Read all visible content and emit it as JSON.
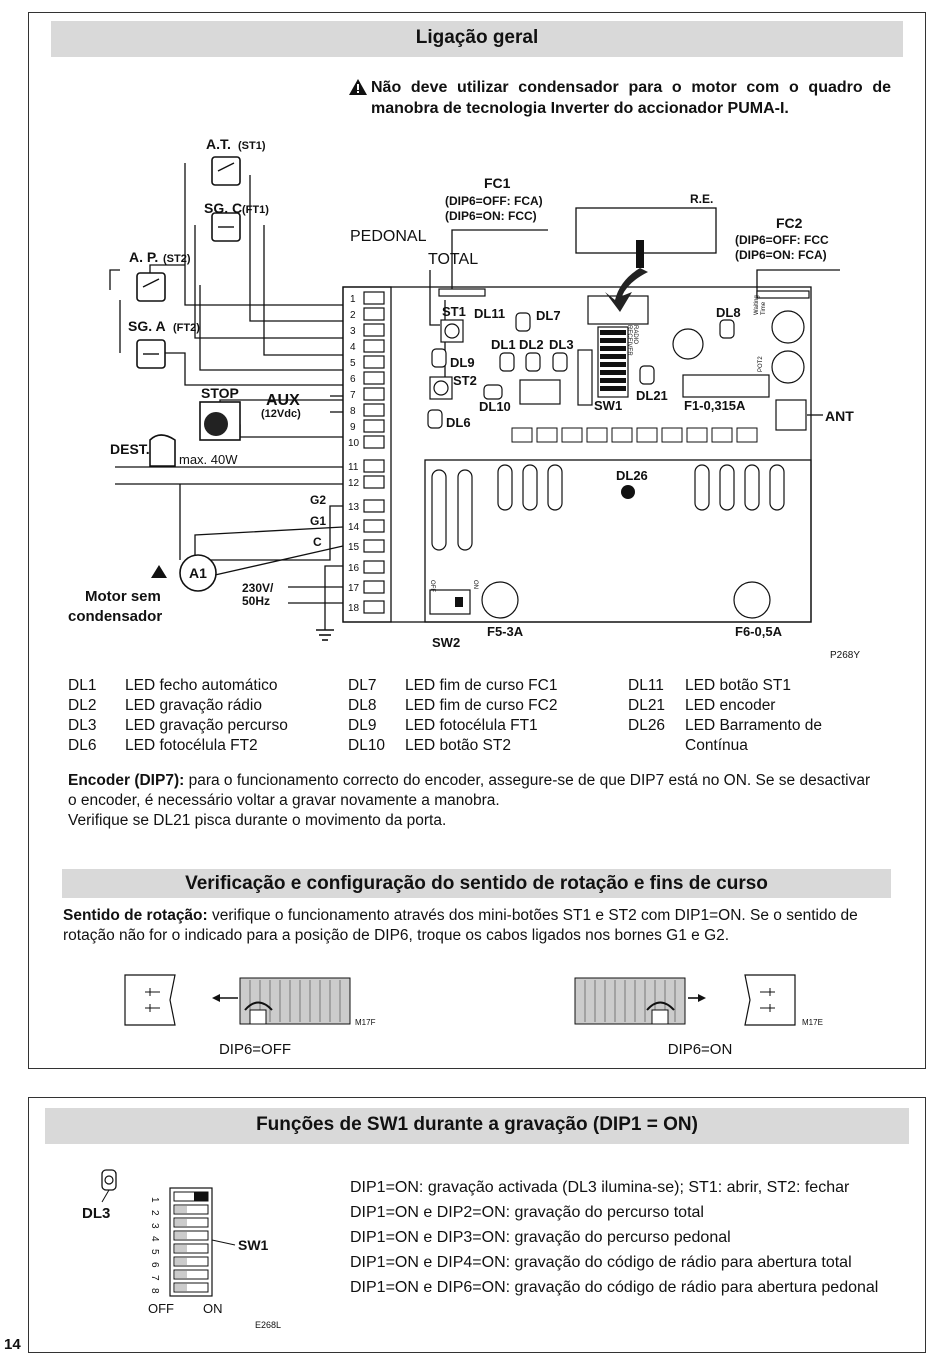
{
  "section1": {
    "title": "Ligação geral",
    "warning": "Não deve utilizar condensador para o motor com o quadro de manobra de tecnologia Inverter do accionador PUMA-I."
  },
  "diagram": {
    "labels": {
      "at": "A.T.",
      "st1": "(ST1)",
      "sgc": "SG. C",
      "ft1": "(FT1)",
      "ap": "A. P.",
      "st2": "(ST2)",
      "sga": "SG. A",
      "ft2": "(FT2)",
      "stop": "STOP",
      "aux": "AUX",
      "aux_v": "(12Vdc)",
      "dest": "DEST.",
      "max": "max. 40W",
      "g2": "G2",
      "g1": "G1",
      "c": "C",
      "a1": "A1",
      "motor1": "Motor sem",
      "motor2": "condensador",
      "v230": "230V/",
      "hz": "50Hz",
      "pedonal": "PEDONAL",
      "total": "TOTAL",
      "fc1": "FC1",
      "fc1_a": "(DIP6=OFF: FCA)",
      "fc1_b": "(DIP6=ON: FCC)",
      "re": "R.E.",
      "fc2": "FC2",
      "fc2_a": "(DIP6=OFF: FCC",
      "fc2_b": "(DIP6=ON: FCA)",
      "st1b": "ST1",
      "st2b": "ST2",
      "dl11": "DL11",
      "dl7": "DL7",
      "dl1": "DL1",
      "dl2": "DL2",
      "dl3": "DL3",
      "dl9": "DL9",
      "dl10": "DL10",
      "dl6": "DL6",
      "dl8": "DL8",
      "dl21": "DL21",
      "dl26": "DL26",
      "sw1": "SW1",
      "sw2": "SW2",
      "f1": "F1-0,315A",
      "f53": "F5-3A",
      "f605": "F6-0,5A",
      "ant": "ANT",
      "code": "P268Y",
      "radio": "RADIO",
      "receiver": "RECEIVER",
      "waiting": "Waiting",
      "time": "Time",
      "pot2": "POT2",
      "off": "OFF",
      "on": "ON"
    },
    "terminals": [
      "1",
      "2",
      "3",
      "4",
      "5",
      "6",
      "7",
      "8",
      "9",
      "10",
      "11",
      "12",
      "13",
      "14",
      "15",
      "16",
      "17",
      "18"
    ]
  },
  "leds": {
    "col1": [
      {
        "code": "DL1",
        "desc": "LED fecho automático"
      },
      {
        "code": "DL2",
        "desc": "LED gravação rádio"
      },
      {
        "code": "DL3",
        "desc": "LED gravação percurso"
      },
      {
        "code": "DL6",
        "desc": "LED fotocélula FT2"
      }
    ],
    "col2": [
      {
        "code": "DL7",
        "desc": "LED fim de curso FC1"
      },
      {
        "code": "DL8",
        "desc": "LED fim de curso FC2"
      },
      {
        "code": "DL9",
        "desc": "LED fotocélula FT1"
      },
      {
        "code": "DL10",
        "desc": "LED botão ST2"
      }
    ],
    "col3": [
      {
        "code": "DL11",
        "desc": "LED botão ST1"
      },
      {
        "code": "DL21",
        "desc": "LED encoder"
      },
      {
        "code": "DL26",
        "desc": "LED Barramento de"
      },
      {
        "code": "",
        "desc": "Contínua"
      }
    ]
  },
  "encoder": {
    "bold": "Encoder (DIP7):",
    "line1": " para o funcionamento correcto do encoder, assegure-se de que DIP7 está no ON. Se se desactivar",
    "line2": "o encoder, é necessário voltar a gravar novamente a manobra.",
    "line3": "Verifique se DL21 pisca durante o movimento da porta."
  },
  "section2": {
    "title": "Verificação e configuração do sentido de rotação e fins de curso",
    "bold": "Sentido de rotação:",
    "line1": " verifique o funcionamento através dos mini-botões ST1 e ST2 com DIP1=ON. Se o sentido de",
    "line2": "rotação não for o indicado para a posição de DIP6, troque os cabos ligados nos bornes G1 e G2.",
    "fig_left_code": "M17F",
    "fig_right_code": "M17E",
    "dip_off": "DIP6=OFF",
    "dip_on": "DIP6=ON"
  },
  "section3": {
    "title": "Funções de SW1 durante a gravação (DIP1 = ON)",
    "dl3": "DL3",
    "sw1": "SW1",
    "off": "OFF",
    "on": "ON",
    "code": "E268L",
    "dip_numbers": [
      "1",
      "2",
      "3",
      "4",
      "5",
      "6",
      "7",
      "8"
    ],
    "lines": [
      {
        "key": "DIP1=ON",
        "text": ": gravação activada (DL3 ilumina-se); ST1: abrir, ST2: fechar"
      },
      {
        "key": "DIP1=ON e DIP2=ON",
        "text": ": gravação do percurso total"
      },
      {
        "key": "DIP1=ON e DIP3=ON",
        "text": ": gravação do percurso pedonal"
      },
      {
        "key": "DIP1=ON e DIP4=ON",
        "text": ": gravação do código de rádio para abertura total"
      },
      {
        "key": "DIP1=ON e DIP6=ON",
        "text": ": gravação do código de rádio para abertura pedonal"
      }
    ]
  },
  "page_number": "14"
}
